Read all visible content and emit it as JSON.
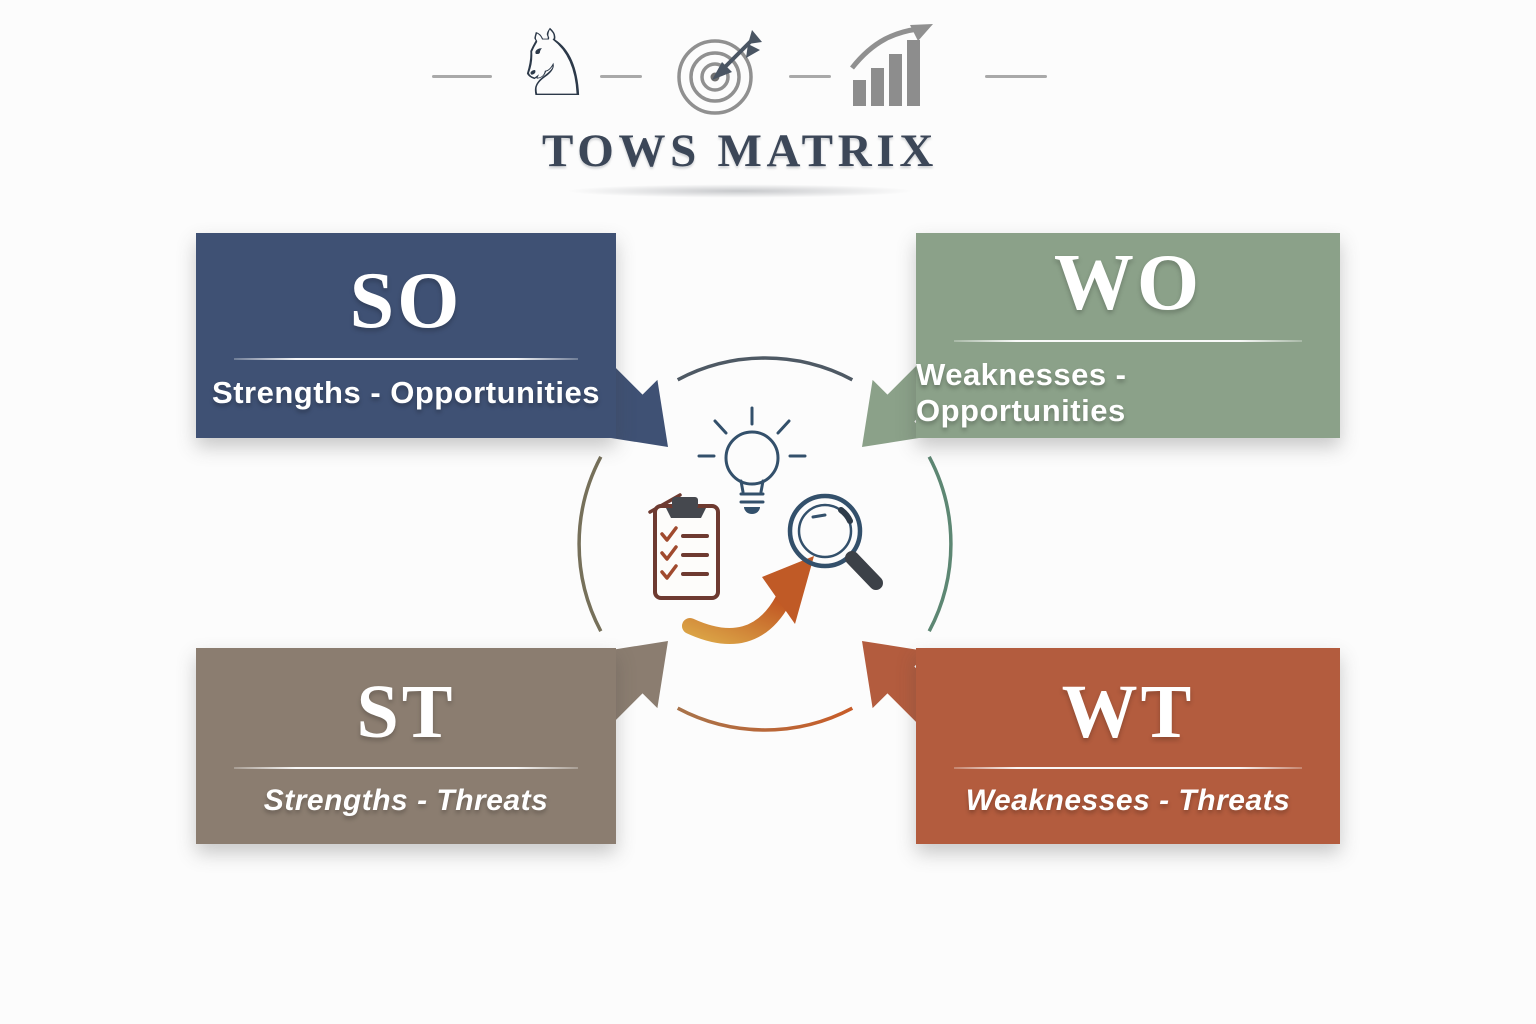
{
  "header": {
    "title": "TOWS MATRIX",
    "icons": [
      {
        "name": "chess-knight-icon",
        "glyph": "♘"
      },
      {
        "name": "target-arrow-icon"
      },
      {
        "name": "growth-chart-icon"
      }
    ]
  },
  "quadrants": [
    {
      "abbr": "SO",
      "label": "Strengths - Opportunities",
      "color": "#3f5174",
      "position": "top-left"
    },
    {
      "abbr": "WO",
      "label": "Weaknesses - Opportunities",
      "color": "#8ba189",
      "position": "top-right"
    },
    {
      "abbr": "ST",
      "label": "Strengths - Threats",
      "color": "#8b7d70",
      "position": "bottom-left"
    },
    {
      "abbr": "WT",
      "label": "Weaknesses - Threats",
      "color": "#b35c3e",
      "position": "bottom-right"
    }
  ],
  "center": {
    "icons": [
      {
        "name": "lightbulb-icon"
      },
      {
        "name": "checklist-clipboard-icon"
      },
      {
        "name": "magnifier-icon"
      },
      {
        "name": "growth-swoosh-arrow-icon"
      }
    ],
    "arc_colors": {
      "top": "#4e5964",
      "right": "#5d8773",
      "bottom": "#c06032",
      "left": "#76705a"
    }
  },
  "colors": {
    "background": "#fcfcfc",
    "title_text": "#3c4758",
    "box_text": "#ffffff",
    "header_icon_gray": "#8d8d8d",
    "header_icon_dark": "#2c3949",
    "clipboard_outline": "#6e3a30",
    "bulb_magnifier_outline": "#33506b"
  }
}
